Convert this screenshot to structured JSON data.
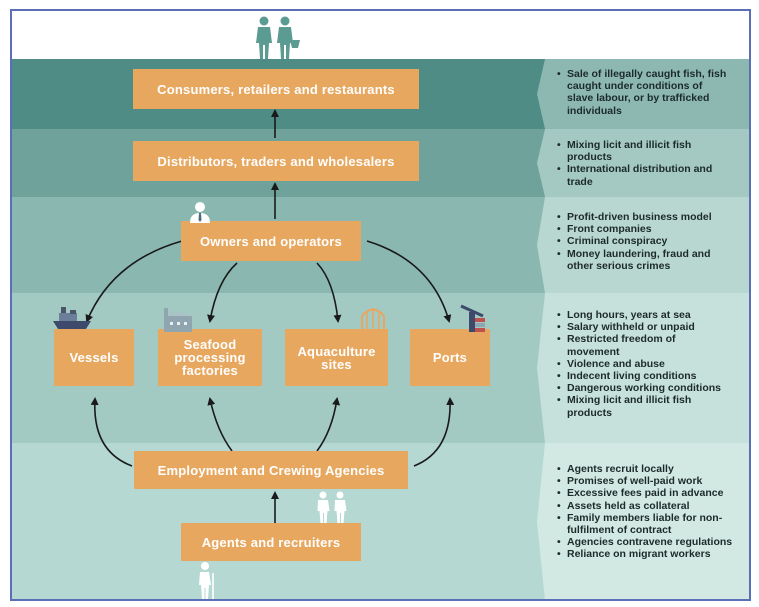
{
  "colors": {
    "band1": "#4f8c85",
    "band2": "#6ea29b",
    "band3": "#8ab8b1",
    "band4": "#a2cac3",
    "band5": "#b6d8d2",
    "box": "#e8a75f",
    "icon": "#5b9b92",
    "frame": "#5a6fb8"
  },
  "boxes": {
    "consumers": "Consumers, retailers and restaurants",
    "distributors": "Distributors, traders and wholesalers",
    "owners": "Owners and operators",
    "vessels": "Vessels",
    "seafood": "Seafood processing factories",
    "aquaculture": "Aquaculture sites",
    "ports": "Ports",
    "employment": "Employment and Crewing Agencies",
    "agents": "Agents and recruiters"
  },
  "notes": {
    "consumers": [
      "Sale of illegally caught fish, fish caught under conditions of slave labour, or by trafficked individuals"
    ],
    "distributors": [
      "Mixing licit and illicit fish products",
      "International distribution and trade"
    ],
    "owners": [
      "Profit-driven business model",
      "Front companies",
      "Criminal conspiracy",
      "Money laundering, fraud and other serious crimes"
    ],
    "operations": [
      "Long hours, years at sea",
      "Salary withheld or unpaid",
      "Restricted freedom of movement",
      "Violence and abuse",
      "Indecent living conditions",
      "Dangerous working conditions",
      "Mixing licit and illicit fish products"
    ],
    "recruitment": [
      "Agents recruit locally",
      "Promises of well-paid work",
      "Excessive fees paid in advance",
      "Assets held as collateral",
      "Family members liable for non-fulfilment of contract",
      "Agencies contravene regulations",
      "Reliance on migrant workers"
    ]
  },
  "icons": [
    "consumers-couple-icon",
    "owner-person-icon",
    "vessel-icon",
    "factory-icon",
    "aquaculture-cage-icon",
    "port-crane-icon",
    "agents-couple-icon",
    "worker-icon"
  ]
}
